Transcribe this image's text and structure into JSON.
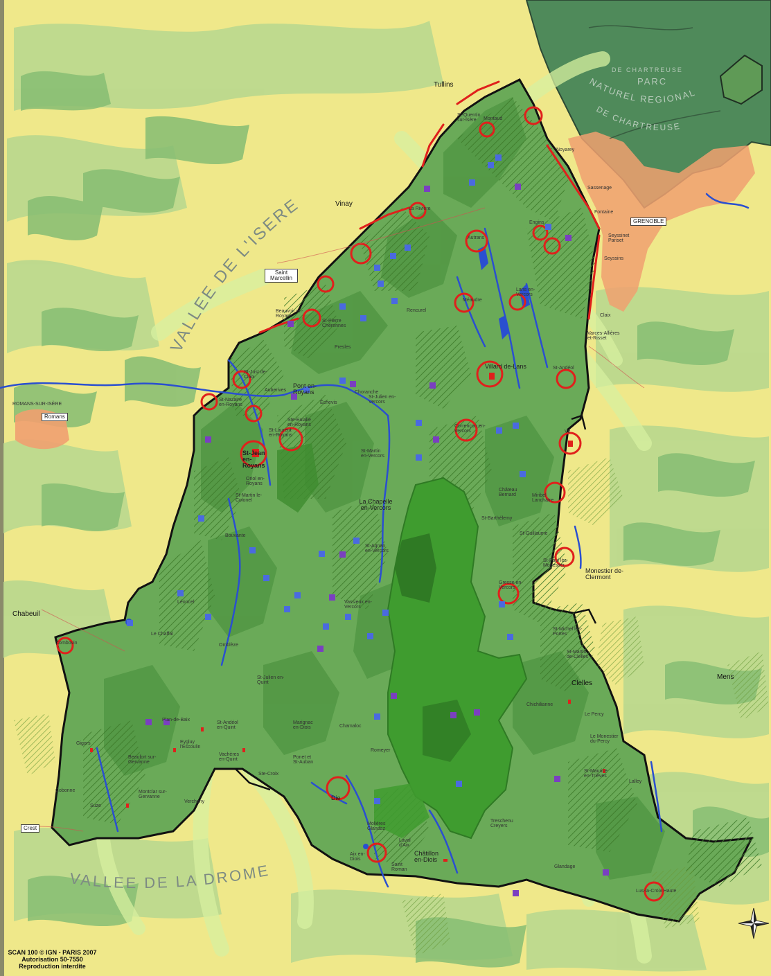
{
  "map": {
    "valley_labels": {
      "isere": "VALLEE DE L'ISERE",
      "drome": "VALLEE DE LA DROME"
    },
    "park_label": {
      "line1": "DE CHARTREUSE",
      "line2": "PARC",
      "line3": "NATUREL REGIONAL",
      "line4": "DE CHARTREUSE"
    },
    "places": {
      "tullins": "Tullins",
      "grenoble": "GRENOBLE",
      "vinay": "Vinay",
      "saint_marcellin": "Saint Marcellin",
      "romans": "Romans",
      "romans_sur_isere": "ROMANS-SUR-ISÈRE",
      "chabeuil": "Chabeuil",
      "crest": "Crest",
      "mens": "Mens",
      "clelles": "Clelles",
      "monestier": "Monestier de-Clermont",
      "villard": "Villard de-Lans",
      "pont_en_royans": "Pont en-Royans",
      "la_chapelle": "La Chapelle en-Vercors",
      "st_jean": "St-Jean en-Royans",
      "chatillon": "Châtillon en-Diois",
      "die": "Die",
      "autrans": "Autrans",
      "lans": "Lans en-Vercors",
      "correncon": "Corrençon en-Vercors",
      "meaudre": "Méaudre",
      "seyssinet": "Seyssinet Pariset",
      "seyssins": "Seyssins",
      "claix": "Claix",
      "varces": "Varces-Allières et-Risset",
      "sassenage": "Sassenage",
      "noyarey": "Noyarey",
      "fontaine": "Fontaine",
      "engins": "Engins",
      "st_quentin": "St-Quentin sur-Isère",
      "montaud": "Montaud",
      "la_riviere": "La Rivière",
      "rencurel": "Rencurel",
      "presles": "Presles",
      "choranche": "Choranche",
      "st_pierre": "St-Pierre Chérennes",
      "beauvoir": "Beauvoir en-Royans",
      "st_just": "St-Just de-Claix",
      "st_nazaire": "St-Nazaire en-Royans",
      "auberives": "Auberives",
      "ste_eulalie": "Ste-Eulalie en-Royans",
      "st_laurent": "St-Laurent en-Royans",
      "st_julien": "St-Julien en-Vercors",
      "st_martin": "St-Martin en-Vercors",
      "st_agnan": "St-Agnan en-Vercors",
      "vassieux": "Vassieux en-Vercors",
      "echevis": "Échevis",
      "oriol": "Oriol en-Royans",
      "st_martin_le_colonel": "St-Martin le-Colonel",
      "bouvante": "Bouvante",
      "leoncel": "Léoncel",
      "la_chaffal": "Le Chaffal",
      "combovin": "Combovin",
      "omblèze": "Omblèze",
      "gigors": "Gigors",
      "suze": "Suze",
      "cobonne": "Cobonne",
      "beaufort": "Beaufort sur-Gervanne",
      "montclar": "Montclar sur-Gervanne",
      "vercheny": "Vercheny",
      "eygluy": "Eygluy l'Escoulin",
      "plan_de_baix": "Plan-de-Baix",
      "st_andeol": "St-Andéol en-Quint",
      "st_julien_quint": "St-Julien en-Quint",
      "vachères": "Vachères en-Quint",
      "marignac": "Marignac en-Diois",
      "chamaloc": "Chamaloc",
      "romeyer": "Romeyer",
      "ponet": "Ponet et St-Auban",
      "ste_croix": "Ste-Croix",
      "molieres": "Molières Glandaz",
      "laval": "Laval d'Aix",
      "aix": "Aix en-Diois",
      "st_roman": "Saint Roman",
      "treschenu": "Treschenu Creyers",
      "glandage": "Glandage",
      "la_croix_haute": "Lus-la-Croix Haute",
      "chichilianne": "Chichilianne",
      "st_michel": "St-Michel les-Portes",
      "st_martin_clelles": "St-Martin de-Clelles",
      "le_percy": "Le Percy",
      "le_monestier": "Le Monestier du-Percy",
      "st_maurice": "St-Maurice en-Trièves",
      "lalley": "Lalley",
      "gresse": "Gresse en-Vercors",
      "st_guillaume": "St-Guillaume",
      "st_paul": "St-Paul lès-Monestier",
      "miribel": "Miribel Lanchâtre",
      "chateau_bernard": "Château Bernard",
      "st_andeol_isere": "St-Andéol",
      "vif": "Vif",
      "gresse_top": "St-Barthélemy"
    },
    "credits": {
      "line1": "SCAN 100 © IGN - PARIS 2007",
      "line2": "Autorisation 50-7550",
      "line3": "Reproduction interdite"
    },
    "colors": {
      "background": "#efe88a",
      "lowland_green": "#b8d88c",
      "forest": "#7fba70",
      "park_interior": "#5fa659",
      "reserve": "#3f9c2f",
      "reserve_dark": "#2f7a24",
      "chartreuse": "#4f8a5a",
      "urban": "#f0a070",
      "boundary": "#111111",
      "river": "#2a4fd0",
      "hotspot": "#e0201c",
      "corridor": "#d7f0a0"
    },
    "icons": [
      "compass-rose-icon",
      "hotspot-circle-icon",
      "activity-marker-icon",
      "escarpment-line-icon"
    ]
  }
}
